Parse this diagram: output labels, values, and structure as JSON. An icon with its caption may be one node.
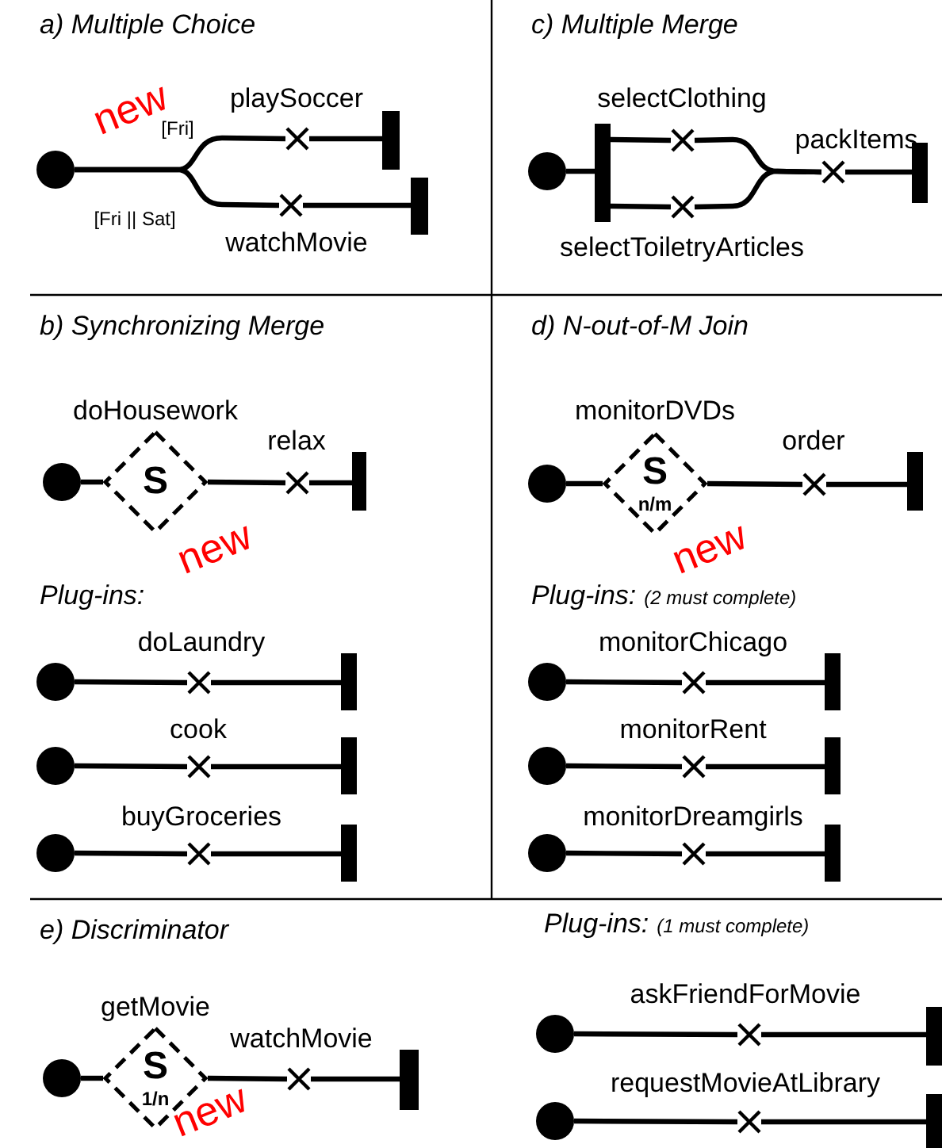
{
  "diagram": {
    "nodes": [
      {
        "text": [
          "a) Multiple Choice"
        ]
      },
      {
        "text": [],
        "shape": "circle",
        "in": 0
      },
      {
        "text": [],
        "shape": "cross",
        "beside": [
          "playSoccer"
        ],
        "in": 0
      },
      {
        "text": [],
        "shape": "bar",
        "in": 0
      },
      {
        "text": [],
        "shape": "cross",
        "beside": [
          "watchMovie"
        ],
        "in": 0
      },
      {
        "text": [],
        "shape": "bar",
        "in": 0
      },
      {
        "text": [
          "c) Multiple Merge"
        ]
      },
      {
        "text": [],
        "shape": "circle",
        "in": 6
      },
      {
        "text": [],
        "shape": "bar",
        "in": 6
      },
      {
        "text": [],
        "shape": "cross",
        "beside": [
          "selectClothing"
        ],
        "in": 6
      },
      {
        "text": [],
        "shape": "cross",
        "beside": [
          "selectToiletryArticles"
        ],
        "in": 6
      },
      {
        "text": [],
        "shape": "cross",
        "beside": [
          "packItems"
        ],
        "in": 6
      },
      {
        "text": [],
        "shape": "bar",
        "in": 6
      },
      {
        "text": [
          "b) Synchronizing Merge"
        ]
      },
      {
        "text": [],
        "shape": "circle",
        "in": 13
      },
      {
        "text": [
          "S"
        ],
        "beside": [
          "doHousework"
        ],
        "in": 13
      },
      {
        "text": [],
        "shape": "cross",
        "beside": [
          "relax"
        ],
        "in": 13
      },
      {
        "text": [],
        "shape": "bar",
        "in": 13
      },
      {
        "text": [
          "Plug-ins:"
        ],
        "in": 13
      },
      {
        "text": [],
        "shape": "circle",
        "in": 18
      },
      {
        "text": [],
        "shape": "cross",
        "beside": [
          "doLaundry"
        ],
        "in": 18
      },
      {
        "text": [],
        "shape": "bar",
        "in": 18
      },
      {
        "text": [],
        "shape": "circle",
        "in": 18
      },
      {
        "text": [],
        "shape": "cross",
        "beside": [
          "cook"
        ],
        "in": 18
      },
      {
        "text": [],
        "shape": "bar",
        "in": 18
      },
      {
        "text": [],
        "shape": "circle",
        "in": 18
      },
      {
        "text": [],
        "shape": "cross",
        "beside": [
          "buyGroceries"
        ],
        "in": 18
      },
      {
        "text": [],
        "shape": "bar",
        "in": 18
      },
      {
        "text": [
          "d) N-out-of-M Join"
        ]
      },
      {
        "text": [],
        "shape": "circle",
        "in": 28
      },
      {
        "text": [
          "S",
          "n/m"
        ],
        "beside": [
          "monitorDVDs"
        ],
        "in": 28
      },
      {
        "text": [],
        "shape": "cross",
        "beside": [
          "order"
        ],
        "in": 28
      },
      {
        "text": [],
        "shape": "bar",
        "in": 28
      },
      {
        "text": [
          "Plug-ins:",
          "(2 must complete)"
        ],
        "in": 28
      },
      {
        "text": [],
        "shape": "circle",
        "in": 33
      },
      {
        "text": [],
        "shape": "cross",
        "beside": [
          "monitorChicago"
        ],
        "in": 33
      },
      {
        "text": [],
        "shape": "bar",
        "in": 33
      },
      {
        "text": [],
        "shape": "circle",
        "in": 33
      },
      {
        "text": [],
        "shape": "cross",
        "beside": [
          "monitorRent"
        ],
        "in": 33
      },
      {
        "text": [],
        "shape": "bar",
        "in": 33
      },
      {
        "text": [],
        "shape": "circle",
        "in": 33
      },
      {
        "text": [],
        "shape": "cross",
        "beside": [
          "monitorDreamgirls"
        ],
        "in": 33
      },
      {
        "text": [],
        "shape": "bar",
        "in": 33
      },
      {
        "text": [
          "e) Discriminator"
        ]
      },
      {
        "text": [],
        "shape": "circle",
        "in": 43
      },
      {
        "text": [
          "S",
          "1/n"
        ],
        "beside": [
          "getMovie"
        ],
        "in": 43
      },
      {
        "text": [],
        "shape": "cross",
        "beside": [
          "watchMovie"
        ],
        "in": 43
      },
      {
        "text": [],
        "shape": "bar",
        "in": 43
      },
      {
        "text": [
          "Plug-ins:",
          "(1 must complete)"
        ]
      },
      {
        "text": [],
        "shape": "circle",
        "in": 48
      },
      {
        "text": [],
        "shape": "cross",
        "beside": [
          "askFriendForMovie"
        ],
        "in": 48
      },
      {
        "text": [],
        "shape": "bar",
        "in": 48
      },
      {
        "text": [],
        "shape": "circle",
        "in": 48
      },
      {
        "text": [],
        "shape": "cross",
        "beside": [
          "requestMovieAtLibrary"
        ],
        "in": 48
      },
      {
        "text": [],
        "shape": "bar",
        "in": 48
      }
    ],
    "edges": [
      {
        "from": 1,
        "to": 2,
        "arrow": "none",
        "label": "[Fri]"
      },
      {
        "from": 2,
        "to": 3,
        "arrow": "none"
      },
      {
        "from": 1,
        "to": 4,
        "arrow": "none",
        "label": "[Fri || Sat]"
      },
      {
        "from": 4,
        "to": 5,
        "arrow": "none"
      },
      {
        "from": 7,
        "to": 8,
        "arrow": "none"
      },
      {
        "from": 8,
        "to": 9,
        "arrow": "none"
      },
      {
        "from": 8,
        "to": 10,
        "arrow": "none"
      },
      {
        "from": 9,
        "to": 11,
        "arrow": "none"
      },
      {
        "from": 10,
        "to": 11,
        "arrow": "none"
      },
      {
        "from": 11,
        "to": 12,
        "arrow": "none"
      },
      {
        "from": 14,
        "to": 15,
        "arrow": "none"
      },
      {
        "from": 15,
        "to": 16,
        "arrow": "none"
      },
      {
        "from": 16,
        "to": 17,
        "arrow": "none"
      },
      {
        "from": 19,
        "to": 20,
        "arrow": "none"
      },
      {
        "from": 20,
        "to": 21,
        "arrow": "none"
      },
      {
        "from": 22,
        "to": 23,
        "arrow": "none"
      },
      {
        "from": 23,
        "to": 24,
        "arrow": "none"
      },
      {
        "from": 25,
        "to": 26,
        "arrow": "none"
      },
      {
        "from": 26,
        "to": 27,
        "arrow": "none"
      },
      {
        "from": 29,
        "to": 30,
        "arrow": "none"
      },
      {
        "from": 30,
        "to": 31,
        "arrow": "none"
      },
      {
        "from": 31,
        "to": 32,
        "arrow": "none"
      },
      {
        "from": 34,
        "to": 35,
        "arrow": "none"
      },
      {
        "from": 35,
        "to": 36,
        "arrow": "none"
      },
      {
        "from": 37,
        "to": 38,
        "arrow": "none"
      },
      {
        "from": 38,
        "to": 39,
        "arrow": "none"
      },
      {
        "from": 40,
        "to": 41,
        "arrow": "none"
      },
      {
        "from": 41,
        "to": 42,
        "arrow": "none"
      },
      {
        "from": 44,
        "to": 45,
        "arrow": "none"
      },
      {
        "from": 45,
        "to": 46,
        "arrow": "none"
      },
      {
        "from": 46,
        "to": 47,
        "arrow": "none"
      },
      {
        "from": 49,
        "to": 50,
        "arrow": "none"
      },
      {
        "from": 50,
        "to": 51,
        "arrow": "none"
      },
      {
        "from": 52,
        "to": 53,
        "arrow": "none"
      },
      {
        "from": 53,
        "to": 54,
        "arrow": "none"
      }
    ],
    "labels": [
      "new",
      "new",
      "new",
      "new"
    ]
  }
}
